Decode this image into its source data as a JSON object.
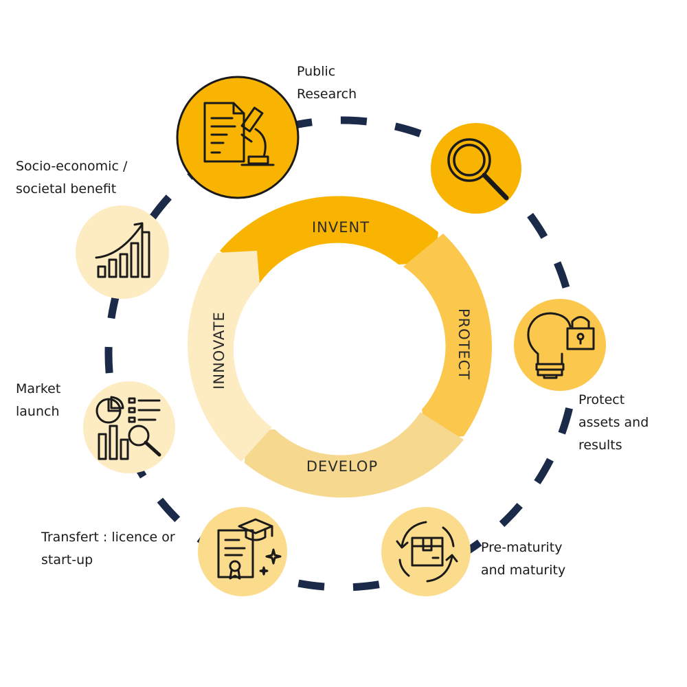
{
  "cycle": {
    "segments": [
      {
        "label": "INVENT",
        "color": "#f8b400"
      },
      {
        "label": "PROTECT",
        "color": "#fbc74d"
      },
      {
        "label": "DEVELOP",
        "color": "#f6d88e"
      },
      {
        "label": "INNOVATE",
        "color": "#fdebc2"
      }
    ]
  },
  "outer_path": {
    "dash_color": "#1c2a4a"
  },
  "stages": [
    {
      "icon": "document-microscope-icon",
      "lines": [
        "Public",
        "Research"
      ],
      "fill": "#f8b400",
      "outlined": true
    },
    {
      "icon": "magnifying-glass-icon",
      "lines": [],
      "fill": "#f8b400",
      "outlined": false
    },
    {
      "icon": "lightbulb-lock-icon",
      "lines": [
        "Protect",
        "assets and",
        "results"
      ],
      "fill": "#fbc74d",
      "outlined": false
    },
    {
      "icon": "box-cycle-icon",
      "lines": [
        "Pre-maturity",
        "and maturity"
      ],
      "fill": "#fbdb8c",
      "outlined": false
    },
    {
      "icon": "diploma-cap-icon",
      "lines": [
        "Transfert : licence or",
        "start-up"
      ],
      "fill": "#fbdb8c",
      "outlined": false
    },
    {
      "icon": "market-analysis-icon",
      "lines": [
        "Market",
        "launch"
      ],
      "fill": "#fdebc2",
      "outlined": false
    },
    {
      "icon": "growth-chart-icon",
      "lines": [
        "Socio-economic /",
        "societal benefit"
      ],
      "fill": "#fdebc2",
      "outlined": false
    }
  ]
}
